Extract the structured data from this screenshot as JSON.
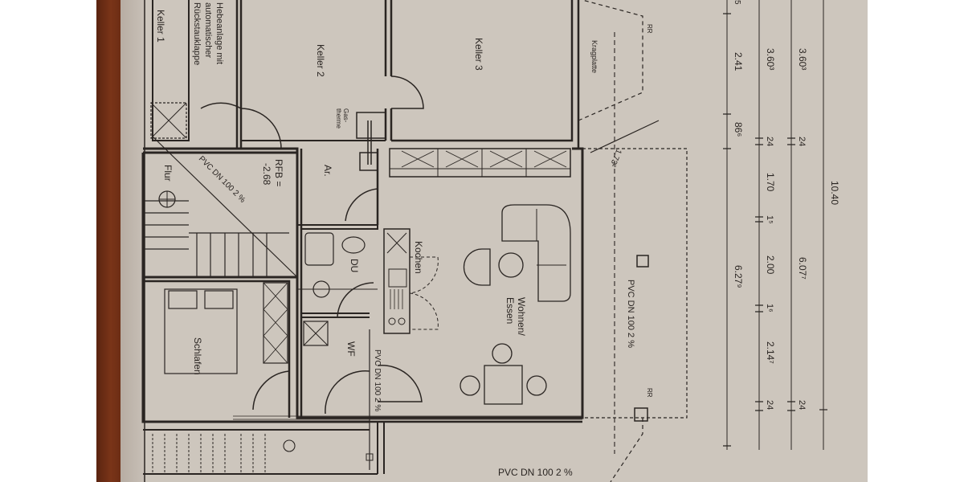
{
  "image": {
    "type": "floor-plan-photo",
    "orientation": "rotated 90 degrees clockwise",
    "colors": {
      "paper": "#cdc6bd",
      "ink": "#2a2522",
      "wood": "#6a2c14",
      "margin": "#ffffff"
    }
  },
  "rooms": [
    {
      "id": "keller1",
      "label": "Keller 1"
    },
    {
      "id": "keller2",
      "label": "Keller 2"
    },
    {
      "id": "keller3",
      "label": "Keller 3"
    },
    {
      "id": "flur",
      "label": "Flur"
    },
    {
      "id": "ar",
      "label": "Ar."
    },
    {
      "id": "du",
      "label": "DU"
    },
    {
      "id": "kochen",
      "label": "Kochen"
    },
    {
      "id": "wohnen",
      "label": "Wohnen/",
      "label2": "Essen"
    },
    {
      "id": "schlafen",
      "label": "Schlafen"
    },
    {
      "id": "wf",
      "label": "WF"
    },
    {
      "id": "kragplatte",
      "label": "Kragplatte"
    }
  ],
  "annotations": {
    "hebeanlage": [
      "Hebeanlage mit",
      "automatischer",
      "Rückstauklappe"
    ],
    "gastherme": [
      "Gas-",
      "therme"
    ],
    "rfb_label": "RFB =",
    "rfb_value": "-2.68",
    "pipe_flur": "PVC DN 100 2 %",
    "pipe_terrace": "PVC DN 100 2 %",
    "pipe_bottom": "PVC DN 100 2 %",
    "pipe_wf": "PVC DN 100 2 %",
    "rr_top": "RR",
    "rr_bottom": "RR",
    "dimension_diag": "1.73²"
  },
  "dimensions": {
    "line1": [
      "2.41",
      "86⁶",
      "6.27⁹"
    ],
    "line2": [
      "3.60³",
      "24",
      "1.70",
      "1⁵",
      "2.00",
      "1⁶",
      "2.14⁷",
      "24"
    ],
    "line3": [
      "3.60³",
      "24",
      "6.07⁷",
      "24"
    ],
    "line4": [
      "10.40"
    ],
    "top_fragment": "5"
  }
}
